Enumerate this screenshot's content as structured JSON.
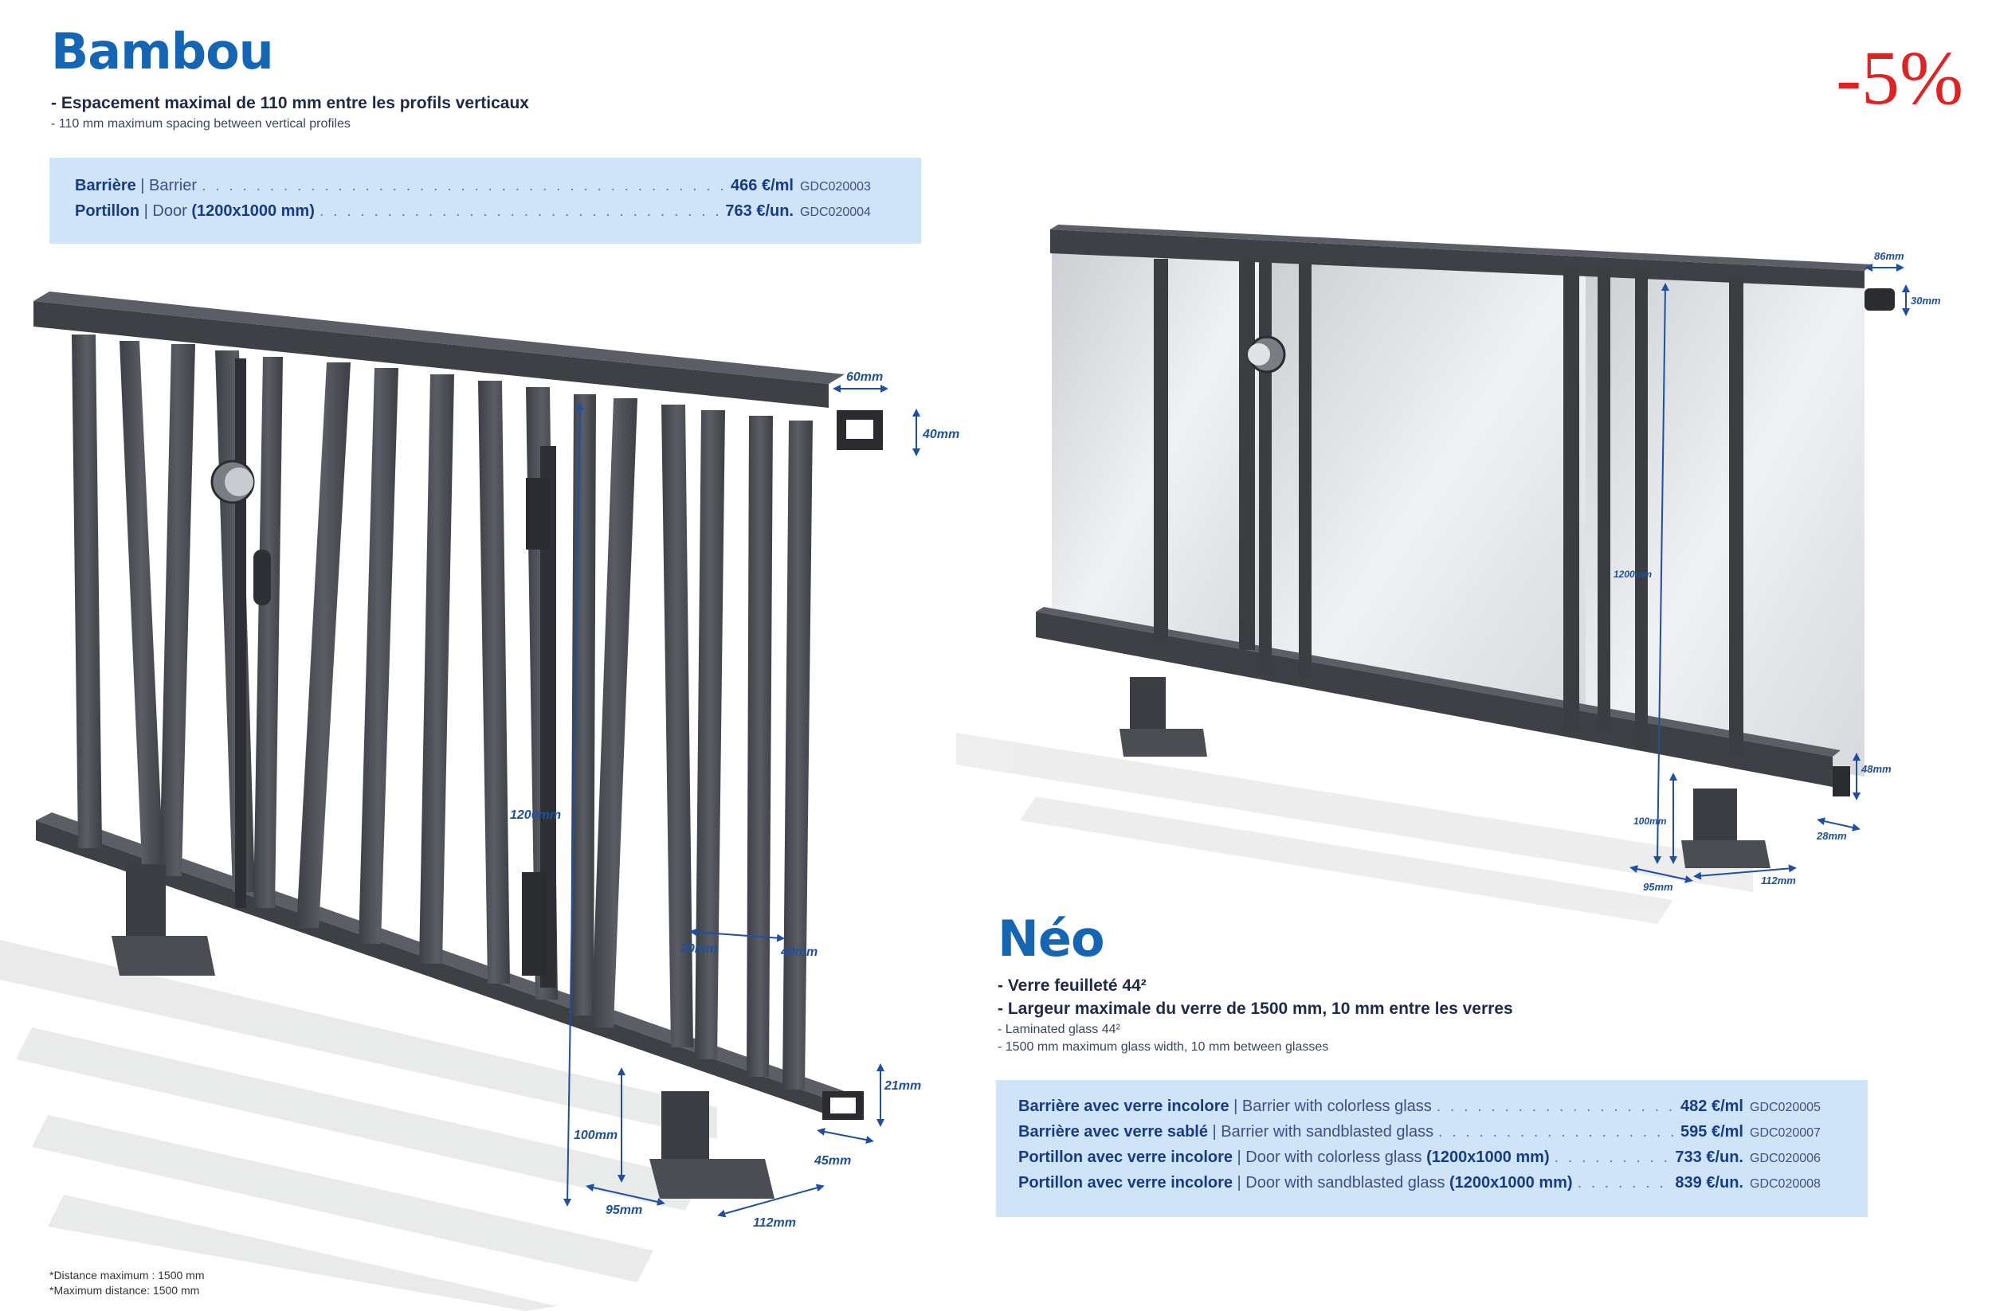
{
  "discount": "-5%",
  "bambou": {
    "title": "Bambou",
    "spec_fr": "- Espacement maximal de 110 mm entre les profils verticaux",
    "spec_en": "- 110 mm maximum spacing between vertical profiles",
    "prices": [
      {
        "label_fr": "Barrière",
        "label_en": " | Barrier",
        "price": "466 €/ml",
        "code": "GDC020003"
      },
      {
        "label_fr": "Portillon",
        "label_en": " | Door ",
        "label_fr2": "(1200x1000 mm)",
        "price": "763 €/un.",
        "code": "GDC020004"
      }
    ],
    "dimensions": {
      "rail_w": "60mm",
      "rail_h": "40mm",
      "height": "1200mm",
      "post_w": "20mm",
      "post_d": "40mm",
      "bottom_h": "21mm",
      "bottom_w": "45mm",
      "base_h": "100mm",
      "base_w": "95mm",
      "base_d": "112mm"
    }
  },
  "neo": {
    "title": "Néo",
    "spec_fr_1": "- Verre feuilleté 44²",
    "spec_fr_2": "- Largeur maximale du verre de 1500 mm, 10 mm entre les verres",
    "spec_en_1": "- Laminated glass 44²",
    "spec_en_2": "- 1500 mm maximum glass width, 10 mm between glasses",
    "prices": [
      {
        "label_fr": "Barrière avec verre incolore",
        "label_en": " | Barrier with colorless glass",
        "price": "482 €/ml",
        "code": "GDC020005"
      },
      {
        "label_fr": "Barrière avec verre sablé",
        "label_en": " | Barrier with sandblasted glass",
        "price": "595 €/ml",
        "code": "GDC020007"
      },
      {
        "label_fr": "Portillon avec verre incolore",
        "label_en": " | Door with colorless glass ",
        "label_fr2": "(1200x1000 mm)",
        "price": "733 €/un.",
        "code": "GDC020006"
      },
      {
        "label_fr": "Portillon avec verre incolore",
        "label_en": " | Door with sandblasted glass ",
        "label_fr2": "(1200x1000 mm)",
        "price": "839 €/un.",
        "code": "GDC020008"
      }
    ],
    "dimensions": {
      "rail_w": "86mm",
      "rail_h": "30mm",
      "height": "1200mm",
      "bottom_h": "48mm",
      "bottom_w": "28mm",
      "base_h": "100mm",
      "base_w": "95mm",
      "base_d": "112mm"
    }
  },
  "footnote": {
    "line_fr": "*Distance maximum : 1500 mm",
    "line_en": "*Maximum distance: 1500 mm"
  },
  "colors": {
    "title_blue": "#1565b5",
    "box_blue": "#cfe4f7",
    "discount_red": "#e02222",
    "metal": "#4a4d52"
  }
}
